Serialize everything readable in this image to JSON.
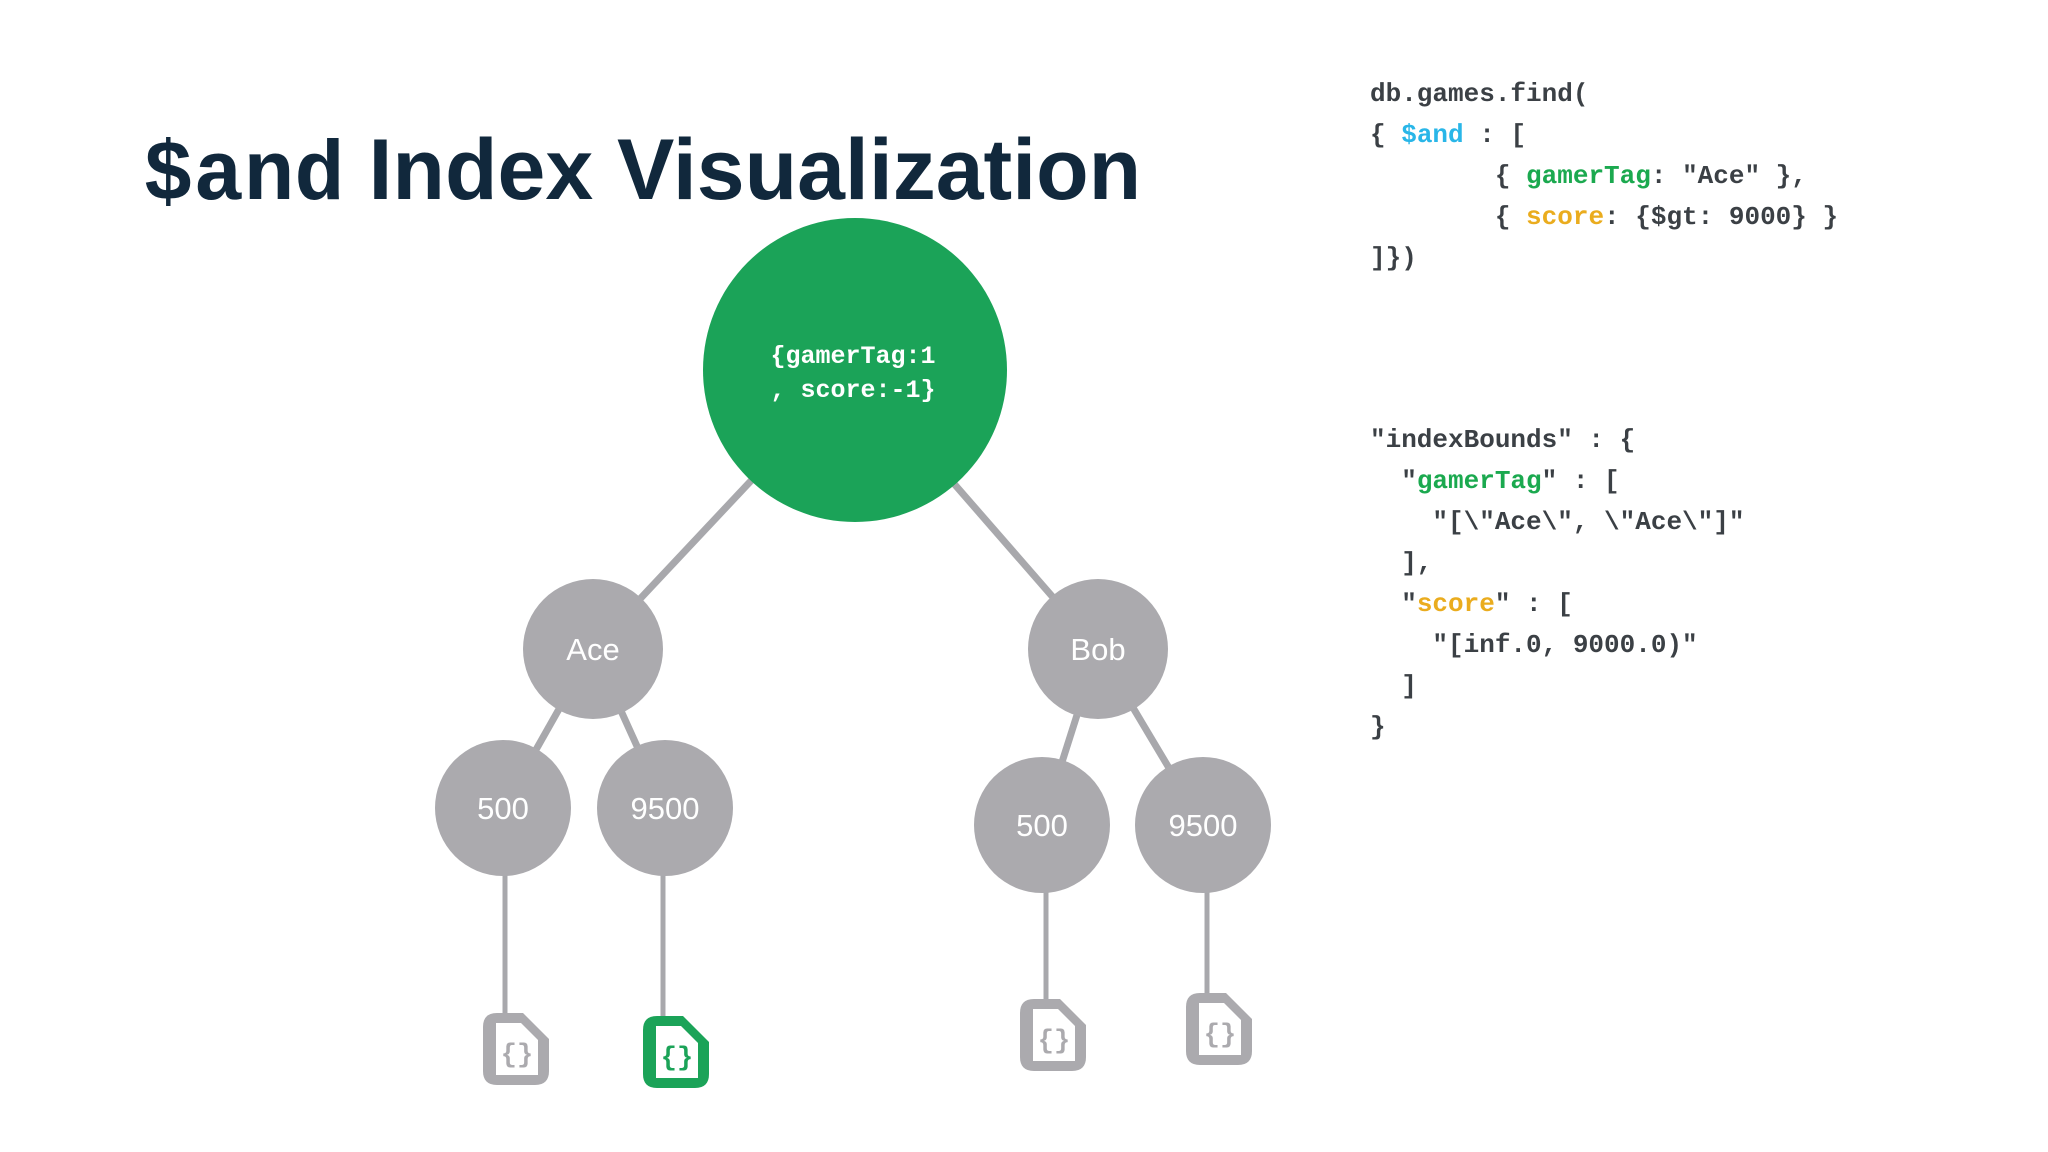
{
  "title": {
    "code_part": "$and",
    "text_part": " Index Visualization"
  },
  "colors": {
    "title_navy": "#11283c",
    "node_green": "#1ba358",
    "node_gray": "#abaaae",
    "edge_gray": "#a8a8ac",
    "doc_gray": "#abaaae",
    "doc_green": "#1ba358",
    "code_default": "#3b4045",
    "code_blue": "#29b6e8",
    "code_green": "#1ba94f",
    "code_yellow": "#eaac1e"
  },
  "tree": {
    "root": {
      "line1": "{gamerTag:1",
      "line2": ", score:-1}"
    },
    "branches": [
      {
        "label": "Ace"
      },
      {
        "label": "Bob"
      }
    ],
    "leaves": [
      {
        "label": "500"
      },
      {
        "label": "9500"
      },
      {
        "label": "500"
      },
      {
        "label": "9500"
      }
    ],
    "doc_glyph": "{}",
    "documents": [
      {
        "name": "ace-500-document",
        "highlighted": false
      },
      {
        "name": "ace-9500-document",
        "highlighted": true
      },
      {
        "name": "bob-500-document",
        "highlighted": false
      },
      {
        "name": "bob-9500-document",
        "highlighted": false
      }
    ]
  },
  "code_blocks": {
    "query": {
      "lines": [
        [
          {
            "c": "d",
            "t": "db.games.find("
          }
        ],
        [
          {
            "c": "d",
            "t": "{ "
          },
          {
            "c": "b",
            "t": "$and"
          },
          {
            "c": "d",
            "t": " : ["
          }
        ],
        [
          {
            "c": "d",
            "t": "        { "
          },
          {
            "c": "g",
            "t": "gamerTag"
          },
          {
            "c": "d",
            "t": ": \"Ace\" },"
          }
        ],
        [
          {
            "c": "d",
            "t": "        { "
          },
          {
            "c": "y",
            "t": "score"
          },
          {
            "c": "d",
            "t": ": {$gt: 9000} }"
          }
        ],
        [
          {
            "c": "d",
            "t": "]})"
          }
        ]
      ]
    },
    "index_bounds": {
      "lines": [
        [
          {
            "c": "d",
            "t": "\"indexBounds\" : {"
          }
        ],
        [
          {
            "c": "d",
            "t": "  \""
          },
          {
            "c": "g",
            "t": "gamerTag"
          },
          {
            "c": "d",
            "t": "\" : ["
          }
        ],
        [
          {
            "c": "d",
            "t": "    \"[\\\"Ace\\\", \\\"Ace\\\"]\""
          }
        ],
        [
          {
            "c": "d",
            "t": "  ],"
          }
        ],
        [
          {
            "c": "d",
            "t": "  \""
          },
          {
            "c": "y",
            "t": "score"
          },
          {
            "c": "d",
            "t": "\" : ["
          }
        ],
        [
          {
            "c": "d",
            "t": "    \"[inf.0, 9000.0)\""
          }
        ],
        [
          {
            "c": "d",
            "t": "  ]"
          }
        ],
        [
          {
            "c": "d",
            "t": "}"
          }
        ]
      ]
    }
  }
}
